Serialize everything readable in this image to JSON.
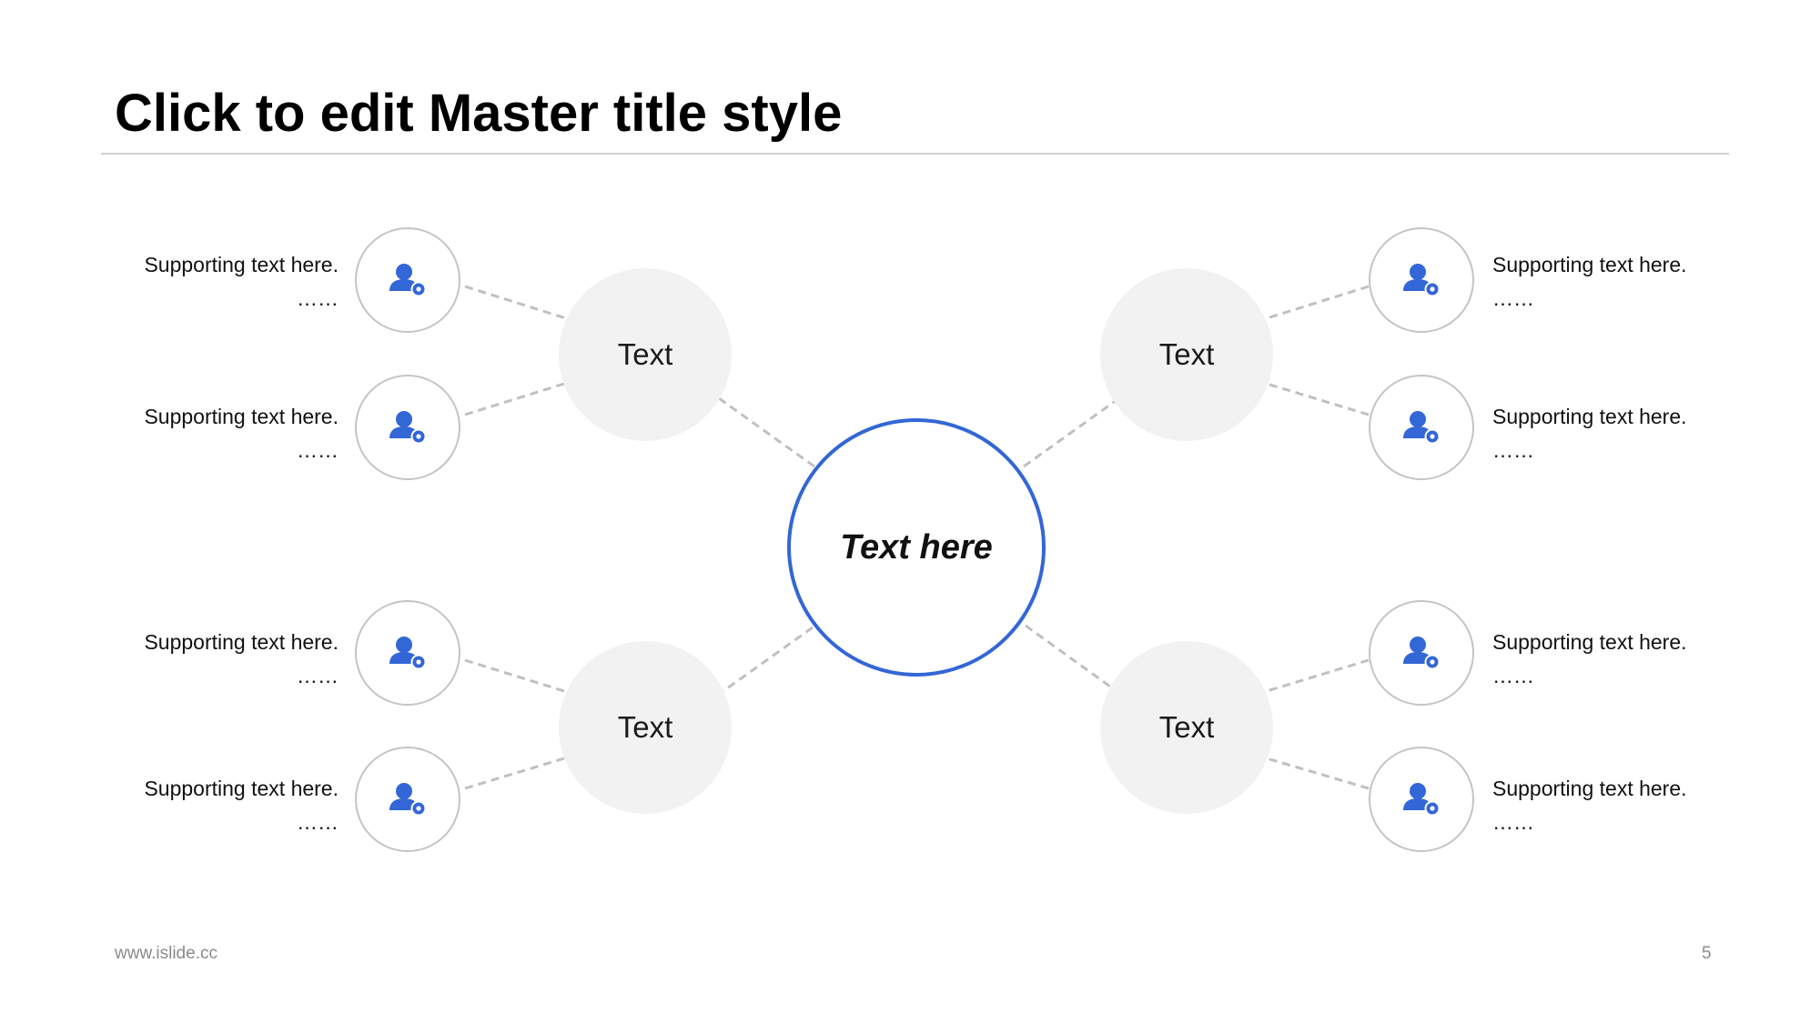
{
  "slide": {
    "title": "Click to edit Master title style",
    "footer_url": "www.islide.cc",
    "page_number": "5"
  },
  "diagram": {
    "center_label": "Text here",
    "hubs": [
      {
        "label": "Text"
      },
      {
        "label": "Text"
      },
      {
        "label": "Text"
      },
      {
        "label": "Text"
      }
    ],
    "leaves": [
      {
        "text": "Supporting text here.",
        "ellipsis": "……",
        "icon": "user-star-icon"
      },
      {
        "text": "Supporting text here.",
        "ellipsis": "……",
        "icon": "user-star-icon"
      },
      {
        "text": "Supporting text here.",
        "ellipsis": "……",
        "icon": "user-star-icon"
      },
      {
        "text": "Supporting text here.",
        "ellipsis": "……",
        "icon": "user-star-icon"
      },
      {
        "text": "Supporting text here.",
        "ellipsis": "……",
        "icon": "user-star-icon"
      },
      {
        "text": "Supporting text here.",
        "ellipsis": "……",
        "icon": "user-star-icon"
      },
      {
        "text": "Supporting text here.",
        "ellipsis": "……",
        "icon": "user-star-icon"
      },
      {
        "text": "Supporting text here.",
        "ellipsis": "……",
        "icon": "user-star-icon"
      }
    ]
  },
  "colors": {
    "accent_blue": "#3366d6",
    "hub_fill": "#f2f2f2",
    "leaf_border": "#c4c4c4",
    "connector": "#c0c0c0"
  }
}
